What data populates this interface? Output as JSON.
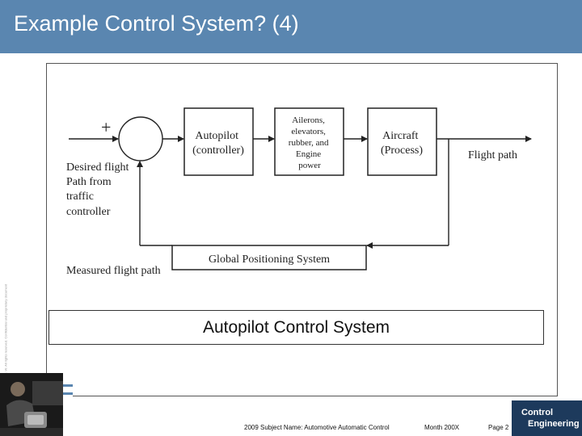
{
  "slide": {
    "title": "Example Control System? (4)",
    "side_text": "©C. W. All rights reserved. Confidential and proprietary document"
  },
  "diagram": {
    "sum_sign": "+",
    "input_label_lines": [
      "Desired flight",
      "Path from",
      "traffic",
      "controller"
    ],
    "controller_lines": [
      "Autopilot",
      "(controller)"
    ],
    "actuator_lines": [
      "Ailerons,",
      "elevators,",
      "rubber, and",
      "Engine",
      "power"
    ],
    "process_lines": [
      "Aircraft",
      "(Process)"
    ],
    "output_label": "Flight path",
    "sensor_label": "Global Positioning System",
    "feedback_label": "Measured flight path"
  },
  "caption": "Autopilot Control System",
  "footer": {
    "course": "2009 Subject Name: Automotive Automatic Control",
    "month": "Month 200X",
    "page": "Page 2"
  },
  "logo": {
    "line1": "Control",
    "line2": "Engineering"
  },
  "colors": {
    "header": "#5a86b0",
    "logo_bg": "#1d3a5c"
  }
}
